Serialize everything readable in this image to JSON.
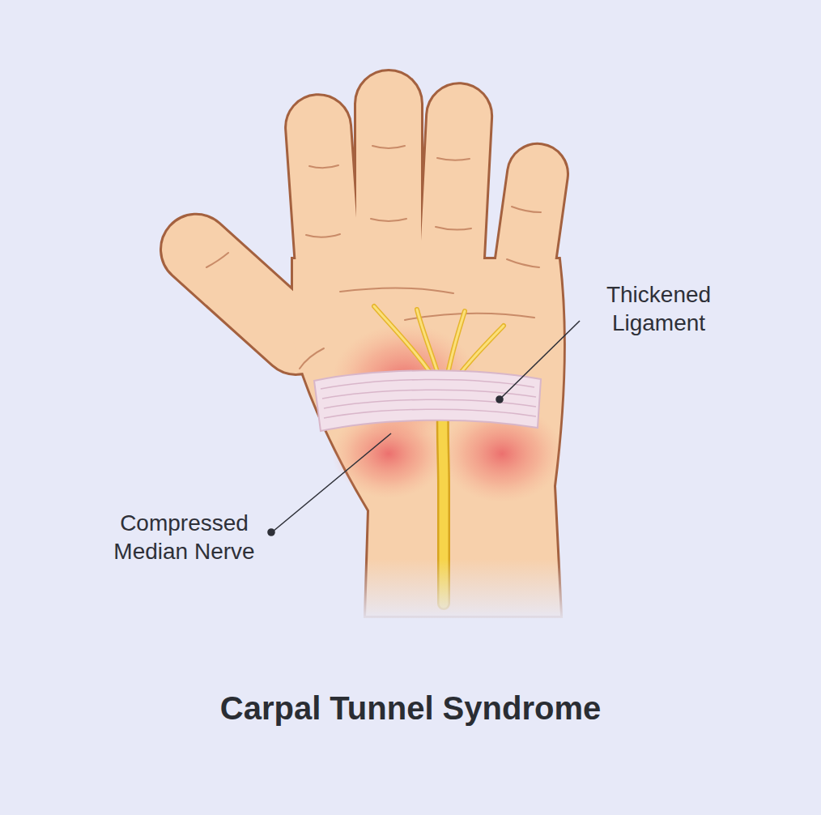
{
  "diagram": {
    "title": "Carpal Tunnel Syndrome",
    "labels": [
      "Thickened Ligament",
      "Compressed Median Nerve"
    ]
  }
}
